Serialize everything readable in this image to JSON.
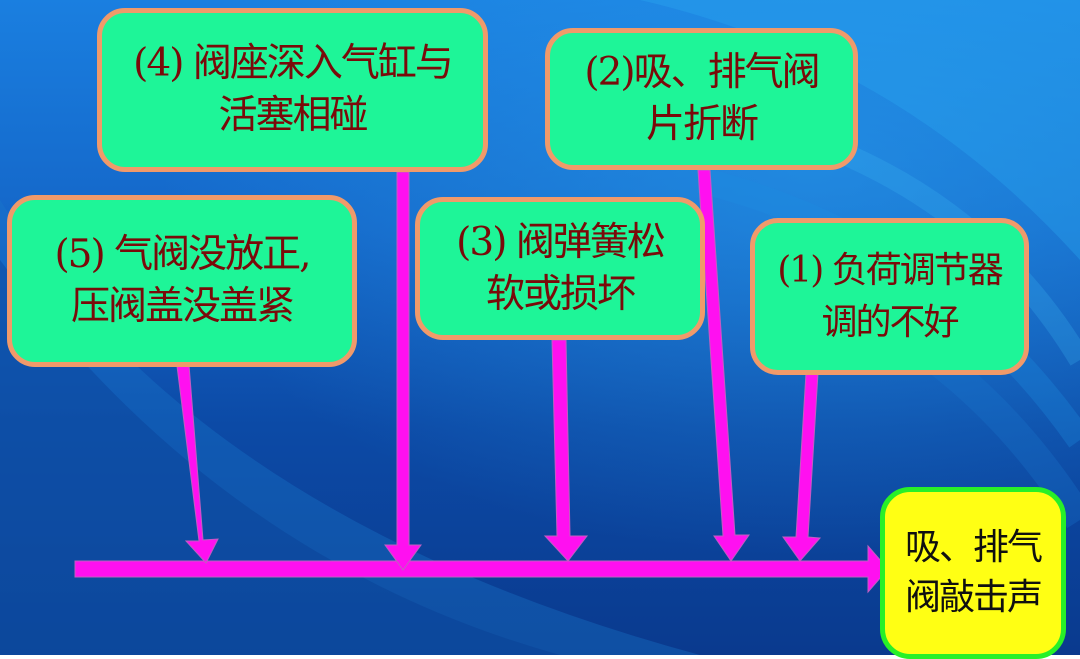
{
  "diagram": {
    "type": "fishbone / cause-effect",
    "colors": {
      "cause_fill": "#1ef598",
      "cause_border": "#f09a6a",
      "cause_text": "#7a0a0a",
      "result_fill": "#ffff14",
      "result_border": "#28f028",
      "result_text": "#101010",
      "arrow": "#ff10f0",
      "background": "#1466c8"
    },
    "causes": [
      {
        "id": "1",
        "line1": "(1) 负荷调节器",
        "line2": "调的不好"
      },
      {
        "id": "2",
        "line1": "(2)吸、排气阀",
        "line2": "片折断"
      },
      {
        "id": "3",
        "line1": "(3) 阀弹簧松",
        "line2": "软或损坏"
      },
      {
        "id": "4",
        "line1": "(4) 阀座深入气缸与",
        "line2": "活塞相碰"
      },
      {
        "id": "5",
        "line1": "(5) 气阀没放正,",
        "line2": "压阀盖没盖紧"
      }
    ],
    "result": {
      "line1": "吸、排气",
      "line2": "阀敲击声"
    }
  }
}
